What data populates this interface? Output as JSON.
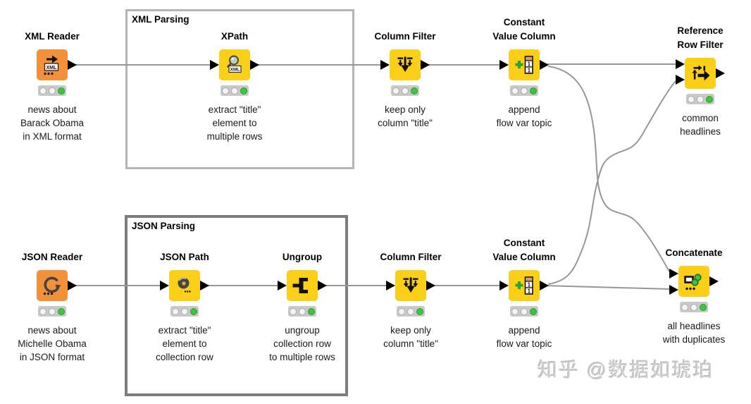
{
  "app": {
    "name": "KNIME workflow editor canvas"
  },
  "watermark": {
    "text": "知乎 @数据如琥珀"
  },
  "groups": {
    "xml": {
      "label": "XML Parsing"
    },
    "json": {
      "label": "JSON Parsing"
    }
  },
  "colors": {
    "reader_node": "#f2913a",
    "processor_node": "#fbce18",
    "wire": "#979797",
    "port": "#000000",
    "group_border_light": "#b5b5b5",
    "group_border_dark": "#7d7d7d",
    "status_green": "#3ec53e",
    "traffic_light_bg": "#c9c9c9"
  },
  "nodes": {
    "xml_reader": {
      "title1": "XML Reader",
      "icon": "xml-file-arrow-icon",
      "icon_label": "XML",
      "cap1": "news about",
      "cap2": "Barack Obama",
      "cap3": "in XML format",
      "status": "executed"
    },
    "xpath": {
      "title1": "XPath",
      "icon": "magnifier-xml-icon",
      "icon_label": "XML",
      "cap1": "extract \"title\"",
      "cap2": "element to",
      "cap3": "multiple rows",
      "status": "executed"
    },
    "column_filter_top": {
      "title1": "Column Filter",
      "icon": "column-filter-arrows-icon",
      "cap1": "keep only",
      "cap2": "column \"title\"",
      "status": "executed"
    },
    "constant_value_top": {
      "title1": "Constant",
      "title2": "Value Column",
      "icon": "plus-table-column-icon",
      "icon_digit": "1",
      "cap1": "append",
      "cap2": "flow var topic",
      "status": "executed"
    },
    "reference_row_filter": {
      "title1": "Reference",
      "title2": "Row Filter",
      "icon": "row-filter-arrow-icon",
      "cap1": "common",
      "cap2": "headlines",
      "status": "executed"
    },
    "json_reader": {
      "title1": "JSON Reader",
      "icon": "json-curved-arrow-icon",
      "cap1": "news about",
      "cap2": "Michelle Obama",
      "cap3": "in JSON format",
      "status": "executed"
    },
    "json_path": {
      "title1": "JSON Path",
      "icon": "json-sphere-icon",
      "cap1": "extract \"title\"",
      "cap2": "element to",
      "cap3": "collection row",
      "status": "executed"
    },
    "ungroup": {
      "title1": "Ungroup",
      "icon": "ungroup-bracket-icon",
      "cap1": "ungroup",
      "cap2": "collection row",
      "cap3": "to multiple rows",
      "status": "executed"
    },
    "column_filter_bottom": {
      "title1": "Column Filter",
      "icon": "column-filter-arrows-icon",
      "cap1": "keep only",
      "cap2": "column \"title\"",
      "status": "executed"
    },
    "constant_value_bottom": {
      "title1": "Constant",
      "title2": "Value Column",
      "icon": "plus-table-column-icon",
      "icon_digit": "1",
      "cap1": "append",
      "cap2": "flow var topic",
      "status": "executed"
    },
    "concatenate": {
      "title1": "Concatenate",
      "icon": "chain-link-icon",
      "cap1": "all headlines",
      "cap2": "with duplicates",
      "status": "executed"
    }
  }
}
